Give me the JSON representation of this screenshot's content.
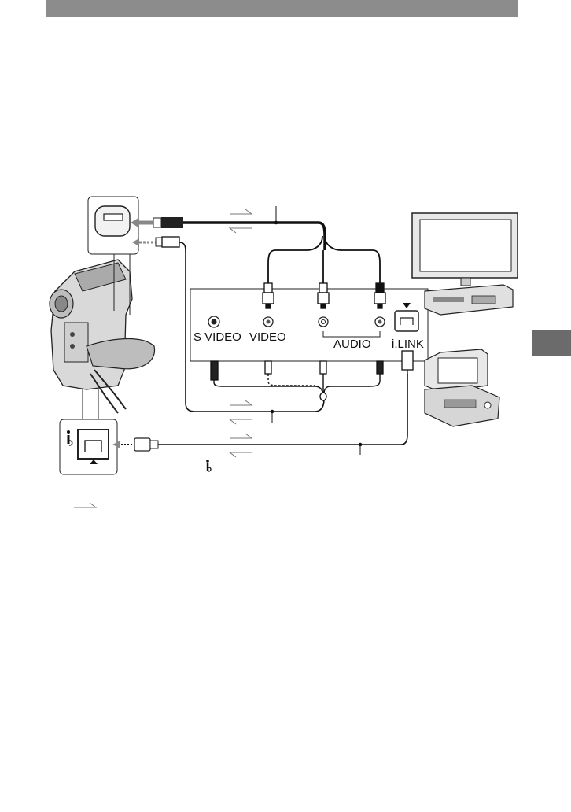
{
  "header": {
    "bar_color": "#8c8c8c"
  },
  "side_tab": {
    "color": "#6b6b6b"
  },
  "ports": {
    "s_video": "S VIDEO",
    "video": "VIDEO",
    "audio": "AUDIO",
    "ilink": "i.LINK"
  },
  "icons": {
    "ilink_symbol": "i-link-icon",
    "signal_flow": "signal-flow-arrow-icon"
  }
}
